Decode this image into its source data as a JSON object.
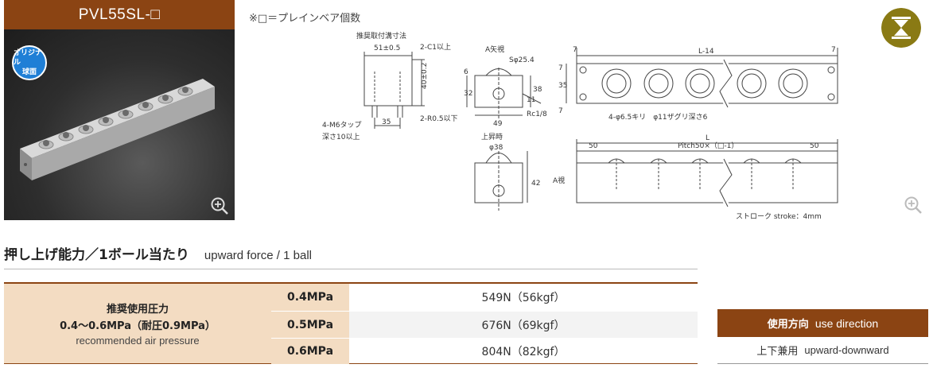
{
  "product": {
    "title": "PVL55SL-□",
    "badge_line1": "オリジナル",
    "badge_line2": "球面"
  },
  "note": "※□＝プレインベア個数",
  "drawing": {
    "mount_title": "推奨取付溝寸法",
    "mount_width": "51±0.5",
    "chamfer": "2-C1以上",
    "depth": "40±0.2",
    "tap": "4-M6タップ",
    "tap_depth": "深さ10以上",
    "pitch35": "35",
    "radius": "2-R0.5以下",
    "view_a": "A矢視",
    "s_dia": "Sφ25.4",
    "dim6": "6",
    "dim32": "32",
    "dim38": "38",
    "dim11": "11",
    "rc": "Rc1/8",
    "dim49": "49",
    "raise": "上昇時",
    "dia38": "φ38",
    "dim42": "42",
    "dim7a": "7",
    "dim7b": "7",
    "dim7c": "7",
    "dim7d": "7",
    "l14": "L-14",
    "dim35": "35",
    "holes": "4-φ6.5キリ　φ11ザグリ深さ6",
    "dim50a": "50",
    "pitch": "Pitch50×（□-1）",
    "dim50b": "50",
    "l": "L",
    "a_view": "A視",
    "stroke": "ストローク stroke：4mm"
  },
  "icons": {
    "zoom": "zoom-in-icon",
    "usage": "up-down-usage-icon"
  },
  "force": {
    "heading_ja": "押し上げ能力／1ボール当たり",
    "heading_en": "upward force / 1 ball",
    "label_line1": "推奨使用圧力",
    "label_line2": "0.4〜0.6MPa（耐圧0.9MPa）",
    "label_line3": "recommended air pressure",
    "rows": [
      {
        "pressure": "0.4MPa",
        "value": "549N（56kgf）"
      },
      {
        "pressure": "0.5MPa",
        "value": "676N（69kgf）"
      },
      {
        "pressure": "0.6MPa",
        "value": "804N（82kgf）"
      }
    ]
  },
  "direction": {
    "head_ja": "使用方向",
    "head_en": "use direction",
    "value_ja": "上下兼用",
    "value_en": "upward-downward"
  },
  "colors": {
    "brown": "#8b4413",
    "peach": "#f3dcc2",
    "badge_blue": "#1f7fd6"
  }
}
